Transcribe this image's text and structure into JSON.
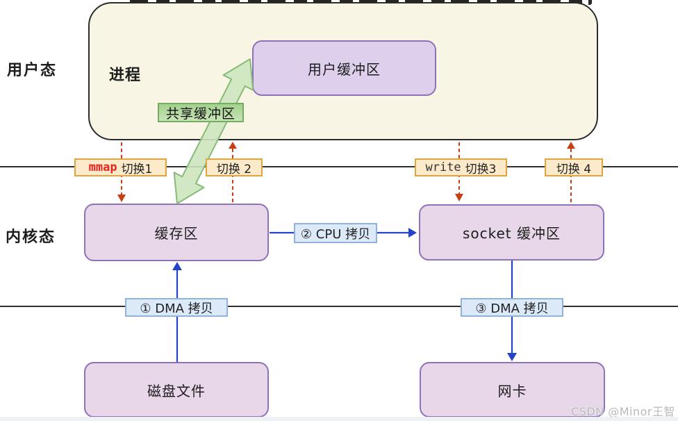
{
  "zones": {
    "user_mode_label": "用户态",
    "kernel_mode_label": "内核态"
  },
  "nodes": {
    "process": "进程",
    "user_buffer": "用户缓冲区",
    "shared_buffer_tag": "共享缓冲区",
    "kernel_buffer": "缓存区",
    "socket_buffer": "socket 缓冲区",
    "disk_file": "磁盘文件",
    "nic": "网卡"
  },
  "switches": [
    {
      "keyword": "mmap",
      "label": "切换1"
    },
    {
      "keyword": "",
      "label": "切换 2"
    },
    {
      "keyword": "write",
      "label": "切换3"
    },
    {
      "keyword": "",
      "label": "切换 4"
    }
  ],
  "copies": [
    {
      "label": "① DMA 拷贝"
    },
    {
      "label": "② CPU 拷贝"
    },
    {
      "label": "③ DMA 拷贝"
    }
  ],
  "watermark": "CSDN @Minor王智",
  "colors": {
    "node_fill": "#e7d7e9",
    "node_border": "#8d72b8",
    "process_fill": "#f9f5e4",
    "switch_chip_fill": "#fdeacb",
    "switch_chip_border": "#dfa63f",
    "copy_chip_fill": "#dbe9f8",
    "copy_chip_border": "#8fb3da",
    "shared_arrow_fill": "#cde5bf",
    "shared_arrow_border": "#86bb76",
    "copy_arrow_blue": "#2443cb",
    "switch_arrow_red": "#c93d12",
    "mmap_keyword_red": "#e8221c"
  }
}
